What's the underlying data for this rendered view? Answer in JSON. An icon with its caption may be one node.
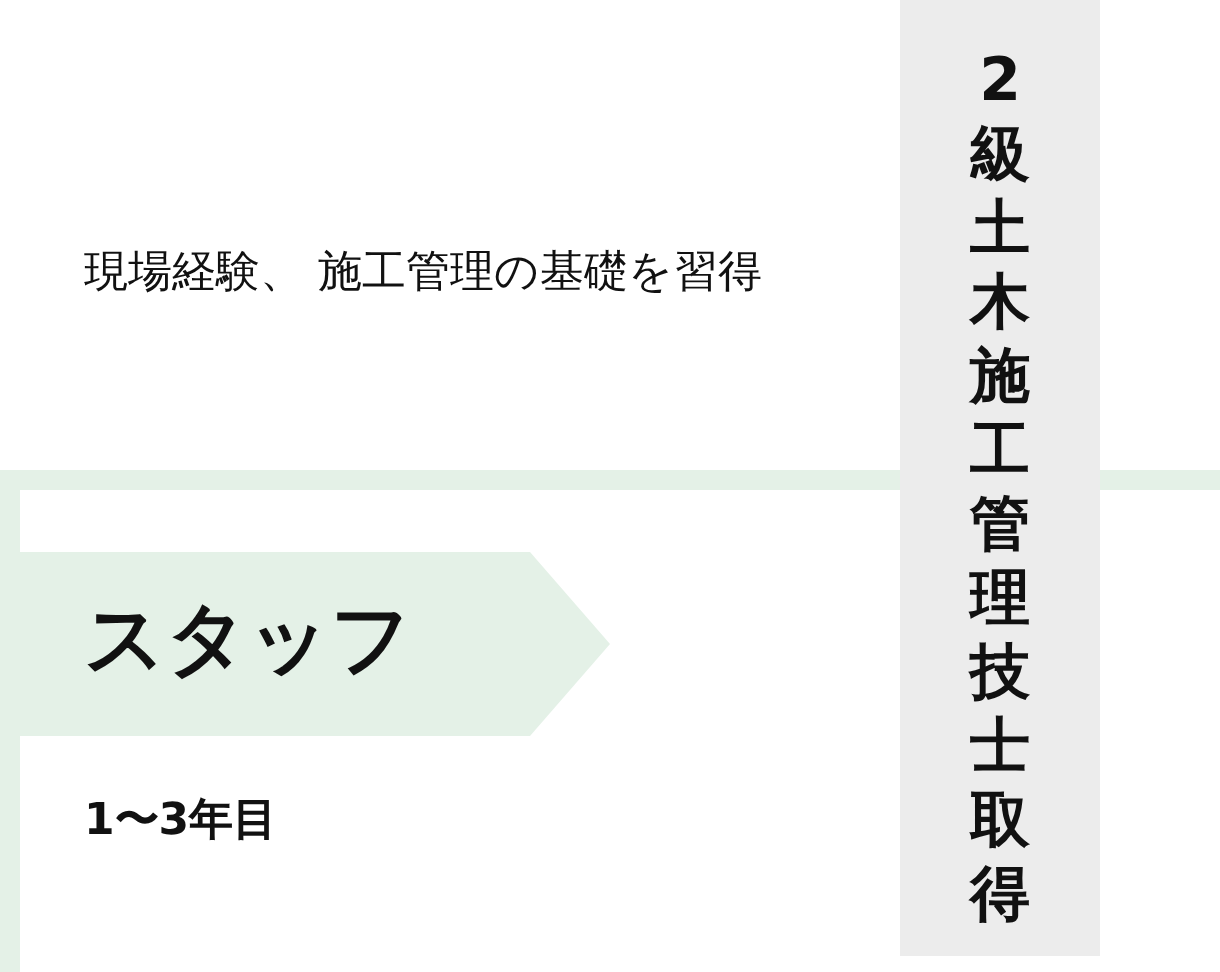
{
  "diagram": {
    "nodes": [
      {
        "text": [
          "スタッフ"
        ],
        "beside": [
          "1〜3年目"
        ]
      },
      {
        "text": [
          "2級土木施工管理技士取得"
        ]
      }
    ],
    "labels": [
      "現場経験、 施工管理の基礎を習得"
    ]
  }
}
